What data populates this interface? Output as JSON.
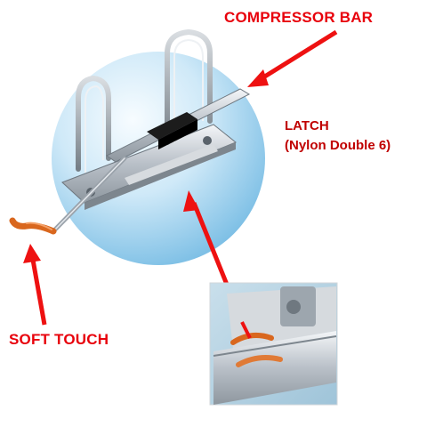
{
  "labels": {
    "compressor_bar": "COMPRESSOR BAR",
    "latch_title": "LATCH",
    "latch_detail": "(Nylon Double 6)",
    "soft_touch": "SOFT TOUCH"
  },
  "colors": {
    "label_red": "#e8000b",
    "label_dark_red": "#c00000",
    "arrow_red": "#ee1111",
    "circle_light": "#e6f5fd",
    "circle_dark": "#7fc2e6",
    "metal": "#c7ccd2",
    "lever_tip": "#d9671e"
  },
  "icons": {
    "arrow": "red-arrow-icon",
    "binder_mechanism": "lever-arch-mechanism",
    "inset_photo": "soft-touch-closeup"
  }
}
